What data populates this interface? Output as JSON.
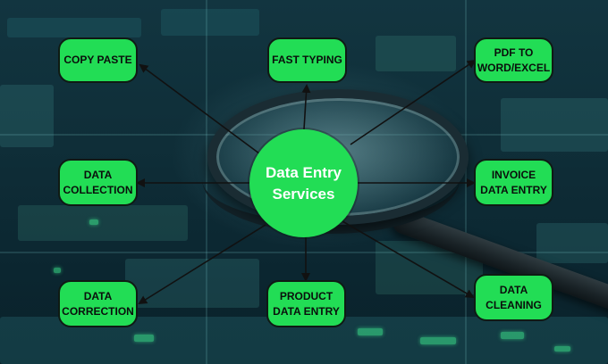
{
  "diagram": {
    "center": {
      "label": "Data Entry\nServices"
    },
    "nodes": [
      {
        "id": "copy-paste",
        "label": "COPY PASTE"
      },
      {
        "id": "fast-typing",
        "label": "FAST TYPING"
      },
      {
        "id": "pdf-to-word-excel",
        "label": "PDF TO\nWORD/EXCEL"
      },
      {
        "id": "data-collection",
        "label": "DATA\nCOLLECTION"
      },
      {
        "id": "invoice-data-entry",
        "label": "INVOICE\nDATA ENTRY"
      },
      {
        "id": "data-correction",
        "label": "DATA\nCORRECTION"
      },
      {
        "id": "product-data-entry",
        "label": "PRODUCT\nDATA ENTRY"
      },
      {
        "id": "data-cleaning",
        "label": "DATA\nCLEANING"
      }
    ],
    "colors": {
      "node_fill": "#22dd55",
      "node_border": "#0f1a14",
      "arrow": "#111111",
      "hub_text": "#ffffff"
    }
  }
}
